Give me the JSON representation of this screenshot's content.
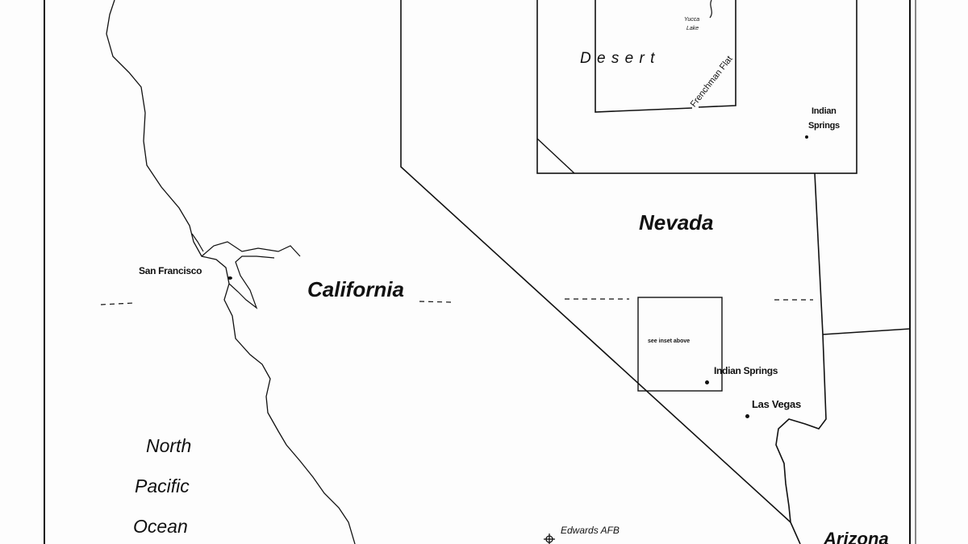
{
  "labels": {
    "san_francisco": "San Francisco",
    "california": "California",
    "nevada": "Nevada",
    "ocean_line1": "North",
    "ocean_line2": "Pacific",
    "ocean_line3": "Ocean",
    "edwards_afb": "Edwards AFB",
    "arizona": "Arizona",
    "indian_springs": "Indian Springs",
    "las_vegas": "Las Vegas",
    "inset_indian": "Indian",
    "inset_springs": "Springs",
    "desert": "D e s e r t",
    "yucca": "Yucca",
    "lake": "Lake",
    "frenchman_flat": "Frenchman Flat",
    "see_inset": "see inset above"
  },
  "colors": {
    "ink": "#111111",
    "paper": "#fdfdfd"
  }
}
